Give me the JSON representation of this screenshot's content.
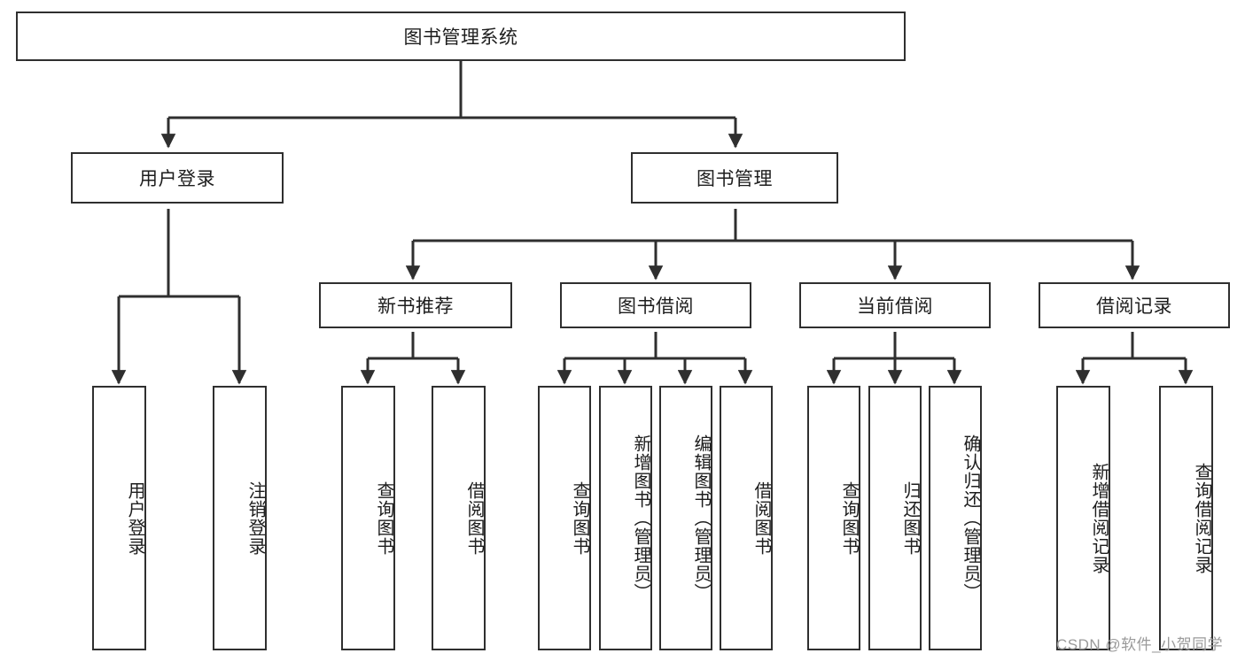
{
  "diagram": {
    "title": "图书管理系统",
    "type": "hierarchy-tree",
    "orientation": "top-down",
    "background_color": "#ffffff",
    "line_color": "#2f2f2f",
    "text_color": "#1d1d1d"
  },
  "root": {
    "label": "图书管理系统"
  },
  "level2": [
    {
      "label": "用户登录"
    },
    {
      "label": "图书管理"
    }
  ],
  "level3": [
    {
      "label": "新书推荐"
    },
    {
      "label": "图书借阅"
    },
    {
      "label": "当前借阅"
    },
    {
      "label": "借阅记录"
    }
  ],
  "leaves": {
    "user_login": [
      {
        "label": "用户登录"
      },
      {
        "label": "注销登录"
      }
    ],
    "new_book_recommend": [
      {
        "label": "查询图书"
      },
      {
        "label": "借阅图书"
      }
    ],
    "book_borrow": [
      {
        "label": "查询图书"
      },
      {
        "label": "新增图书（管理员）"
      },
      {
        "label": "编辑图书（管理员）"
      },
      {
        "label": "借阅图书"
      }
    ],
    "current_borrow": [
      {
        "label": "查询图书"
      },
      {
        "label": "归还图书"
      },
      {
        "label": "确认归还（管理员）"
      }
    ],
    "borrow_record": [
      {
        "label": "新增借阅记录"
      },
      {
        "label": "查询借阅记录"
      }
    ]
  },
  "watermark": {
    "text": "CSDN @软件_小贺同学"
  }
}
